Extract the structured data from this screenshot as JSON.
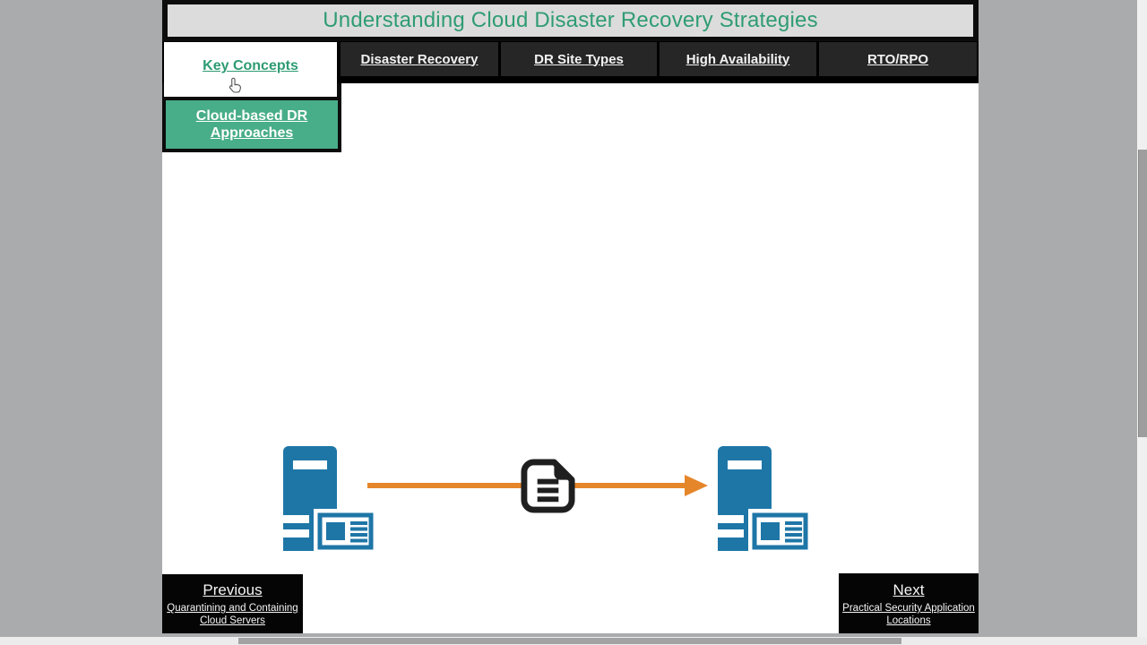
{
  "slide": {
    "title": "Understanding Cloud Disaster Recovery Strategies",
    "tabs": [
      {
        "label": "Key Concepts",
        "active": true
      },
      {
        "label": "Disaster Recovery",
        "active": false
      },
      {
        "label": "DR Site Types",
        "active": false
      },
      {
        "label": "High Availability",
        "active": false
      },
      {
        "label": "RTO/RPO",
        "active": false
      }
    ],
    "subnav_button": {
      "label": "Cloud-based DR Approaches"
    },
    "diagram": {
      "icons": [
        "server-with-card-icon",
        "document-icon",
        "arrow-right-icon",
        "server-with-card-icon"
      ]
    },
    "pager": {
      "previous": {
        "label": "Previous",
        "topic": "Quarantining and Containing Cloud Servers"
      },
      "next": {
        "label": "Next",
        "topic": "Practical Security Application Locations"
      }
    }
  },
  "colors": {
    "accent_green": "#2f9c74",
    "button_green": "#48ad89",
    "server_blue": "#1e76a7",
    "arrow_orange": "#e5862b",
    "document_dark": "#1f1f1f",
    "tab_dark": "#262626",
    "titlebar_gray": "#dcdcdc",
    "backdrop_gray": "#a9abac"
  }
}
